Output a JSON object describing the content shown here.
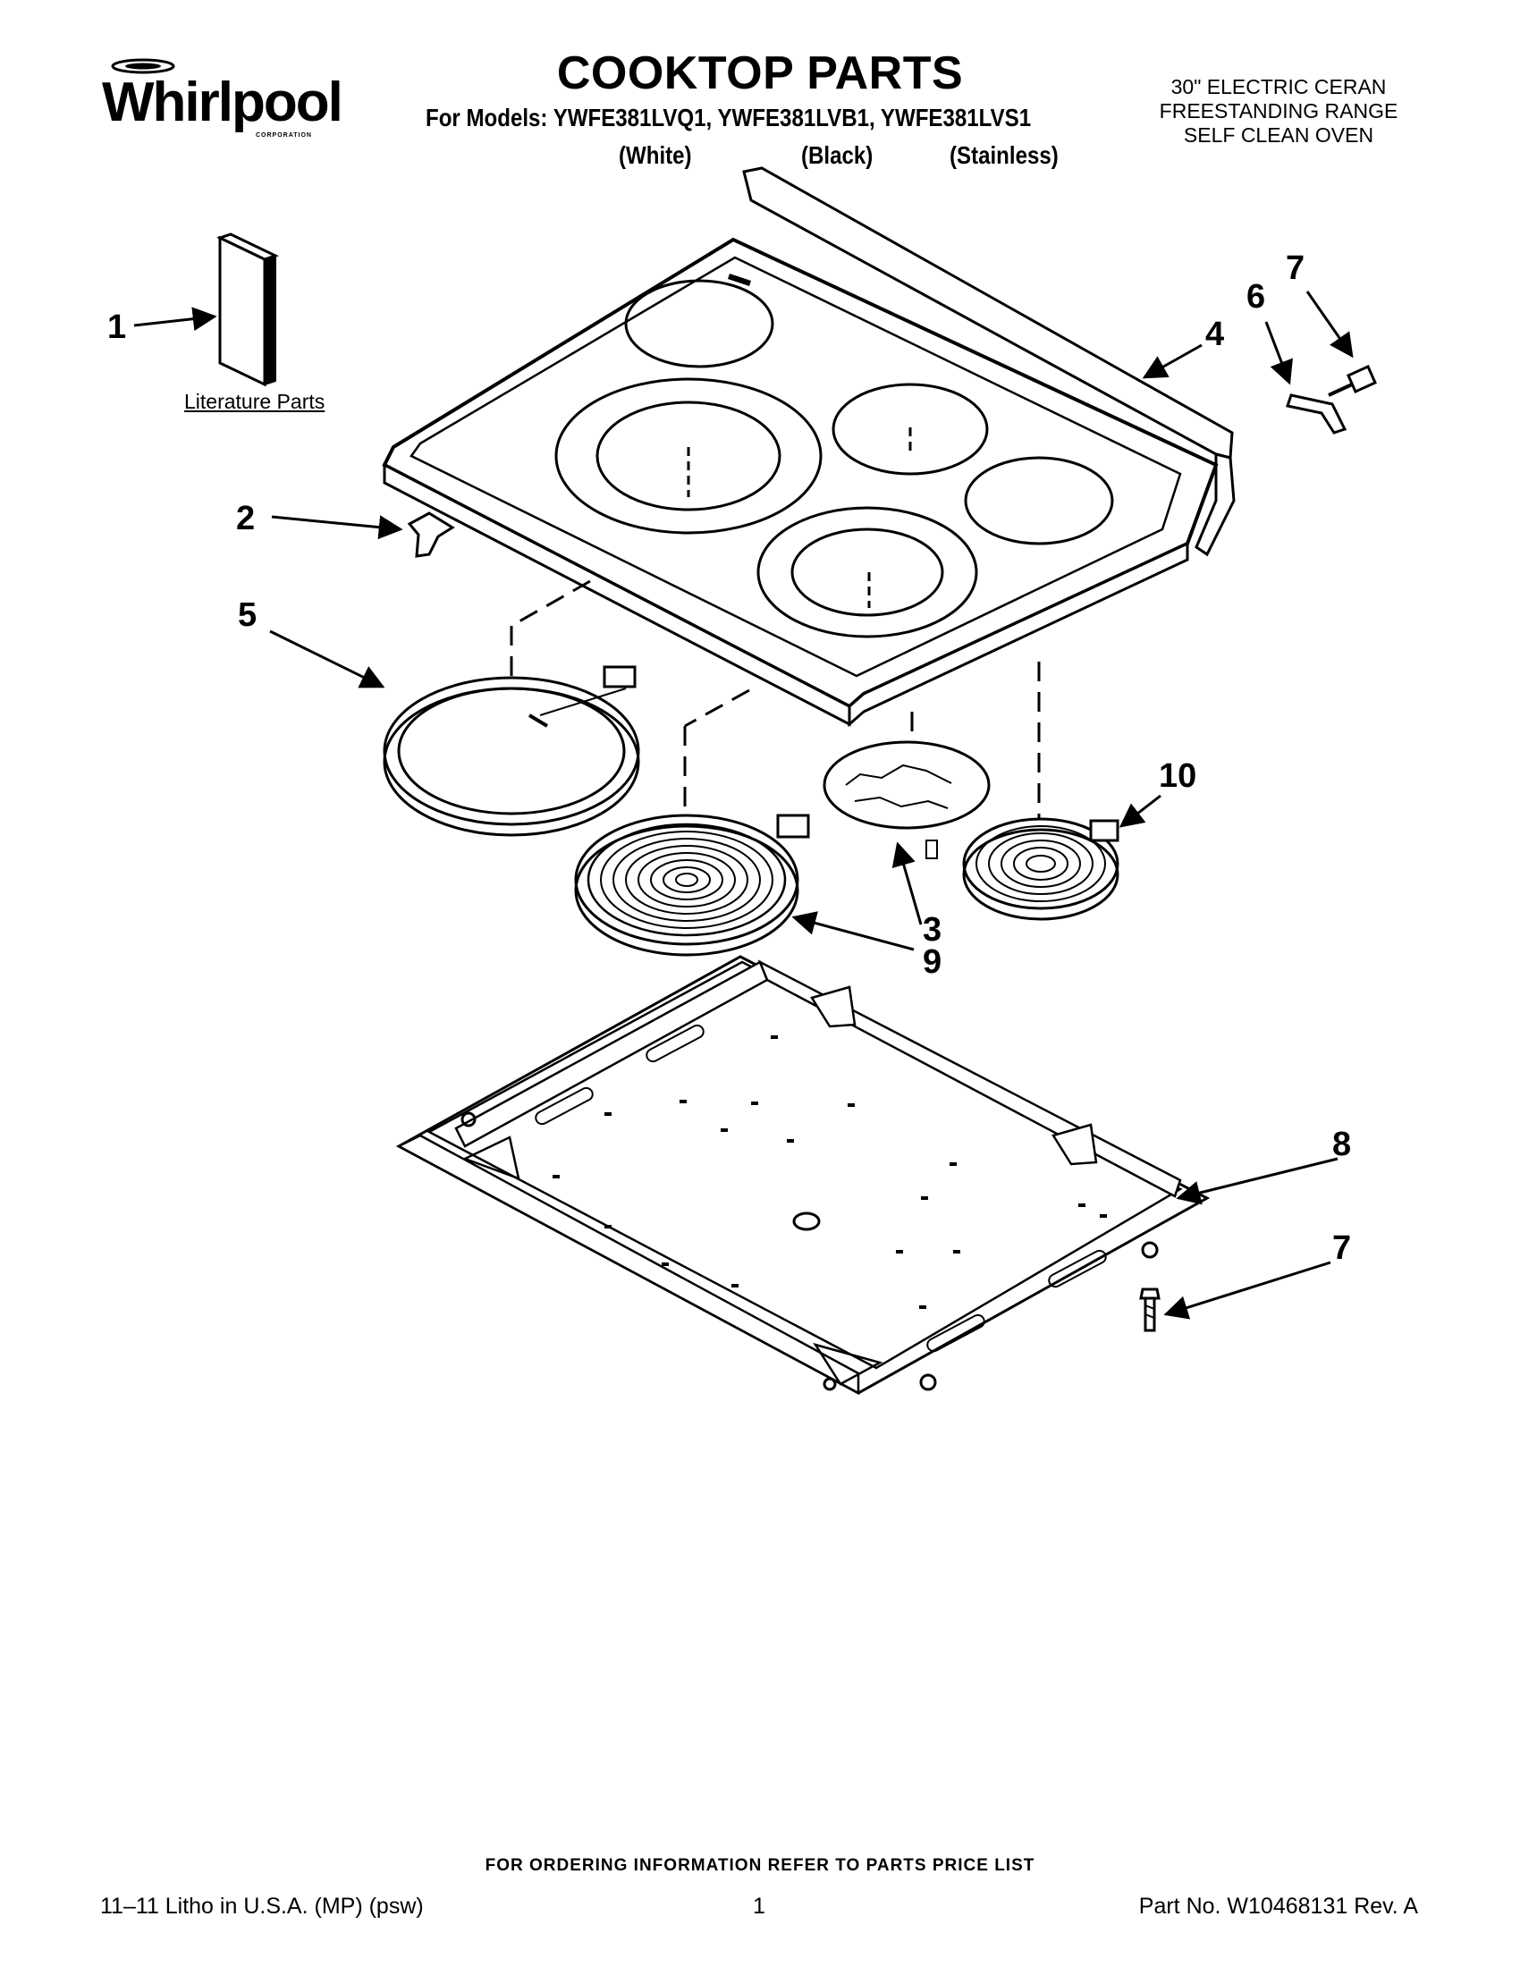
{
  "header": {
    "logo_text": "Whirlpool",
    "logo_subtext": "CORPORATION",
    "title": "COOKTOP PARTS",
    "models_line": "For Models: YWFE381LVQ1, YWFE381LVB1, YWFE381LVS1",
    "variants": [
      "(White)",
      "(Black)",
      "(Stainless)"
    ],
    "description": [
      "30\" ELECTRIC CERAN",
      "FREESTANDING RANGE",
      "SELF CLEAN OVEN"
    ]
  },
  "diagram": {
    "literature_label": "Literature Parts",
    "callouts": [
      "1",
      "2",
      "3",
      "4",
      "5",
      "6",
      "7",
      "8",
      "9",
      "10",
      "7"
    ]
  },
  "footer": {
    "ordering_note": "FOR ORDERING INFORMATION REFER TO PARTS PRICE LIST",
    "litho": "11–11 Litho in U.S.A. (MP) (psw)",
    "page_number": "1",
    "part_number": "Part No. W10468131 Rev. A"
  }
}
